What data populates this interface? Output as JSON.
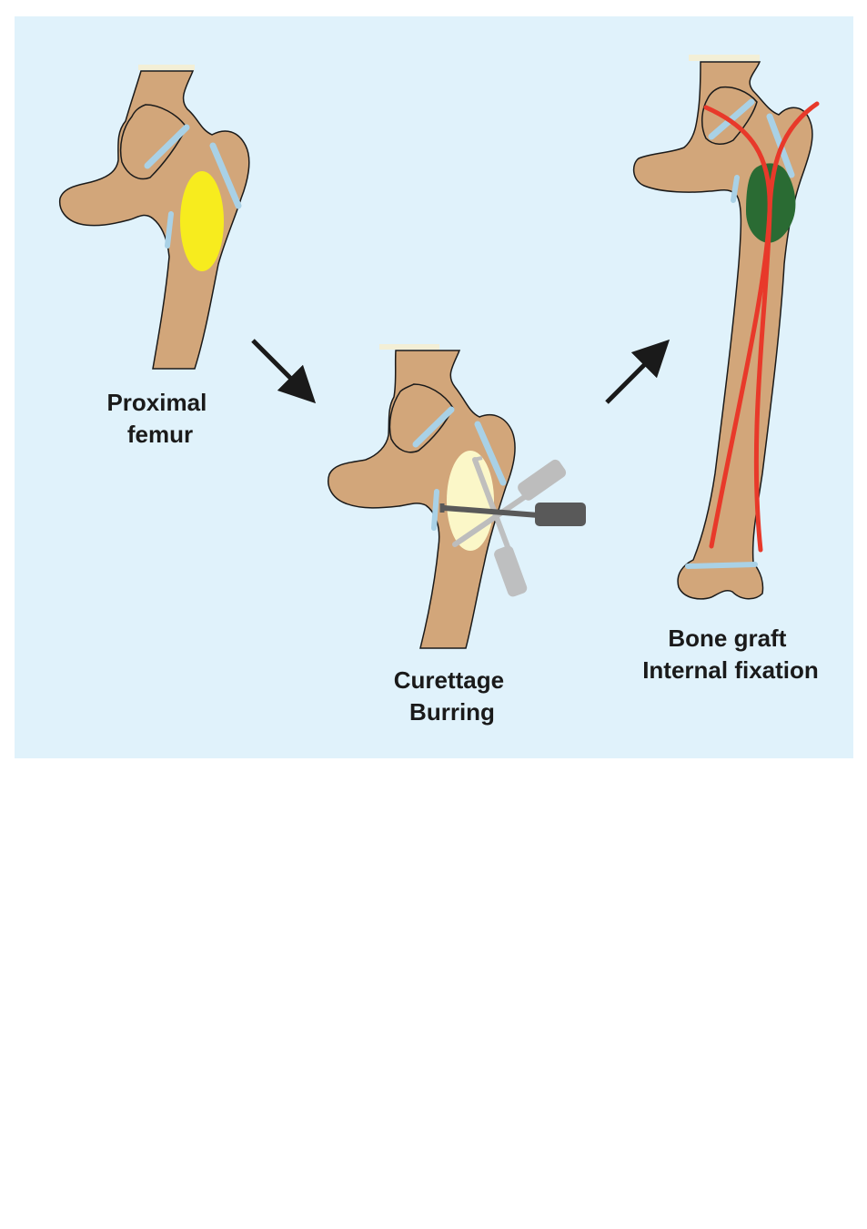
{
  "figure": {
    "background_color": "#e0f2fb",
    "bone_color": "#d2a67a",
    "cartilage_color": "#a9d1e6",
    "lesion_color": "#f7ec1e",
    "curetted_cavity_color": "#fbf7c8",
    "graft_color": "#2a6b33",
    "fixation_color": "#e8392a",
    "instrument_color": "#595959",
    "instrument_ghost_color": "#bdbdbd",
    "arrow_color": "#1a1a1a"
  },
  "stages": [
    {
      "id": "proximal-femur",
      "label_lines": [
        "Proximal",
        "femur"
      ]
    },
    {
      "id": "curettage-burring",
      "label_lines": [
        "Curettage",
        "Burring"
      ]
    },
    {
      "id": "bone-graft-fixation",
      "label_lines": [
        "Bone graft",
        "Internal fixation"
      ]
    }
  ],
  "icons": [
    "down-right-arrow-icon",
    "up-right-arrow-icon",
    "curette-icon",
    "burr-icon"
  ]
}
